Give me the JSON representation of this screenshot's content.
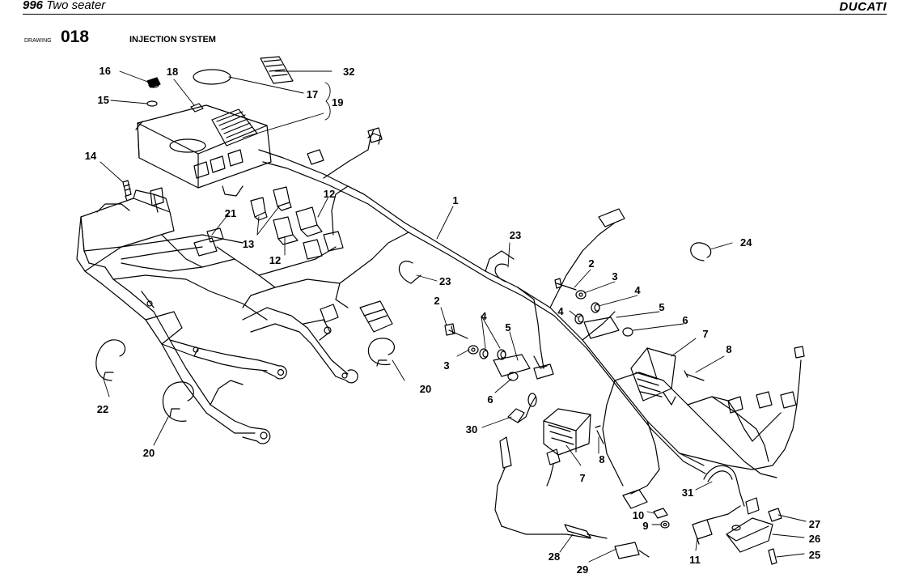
{
  "header": {
    "model_number": "996",
    "model_name": "Two seater",
    "brand": "DUCATI"
  },
  "drawing": {
    "label": "DRAWING",
    "number": "018",
    "title": "INJECTION SYSTEM"
  },
  "callouts": [
    "1",
    "2",
    "2",
    "3",
    "3",
    "4",
    "4",
    "4",
    "5",
    "5",
    "6",
    "6",
    "7",
    "7",
    "8",
    "8",
    "9",
    "10",
    "11",
    "12",
    "12",
    "13",
    "14",
    "15",
    "16",
    "17",
    "18",
    "19",
    "20",
    "20",
    "21",
    "22",
    "23",
    "23",
    "24",
    "25",
    "26",
    "27",
    "28",
    "29",
    "30",
    "31",
    "32"
  ]
}
